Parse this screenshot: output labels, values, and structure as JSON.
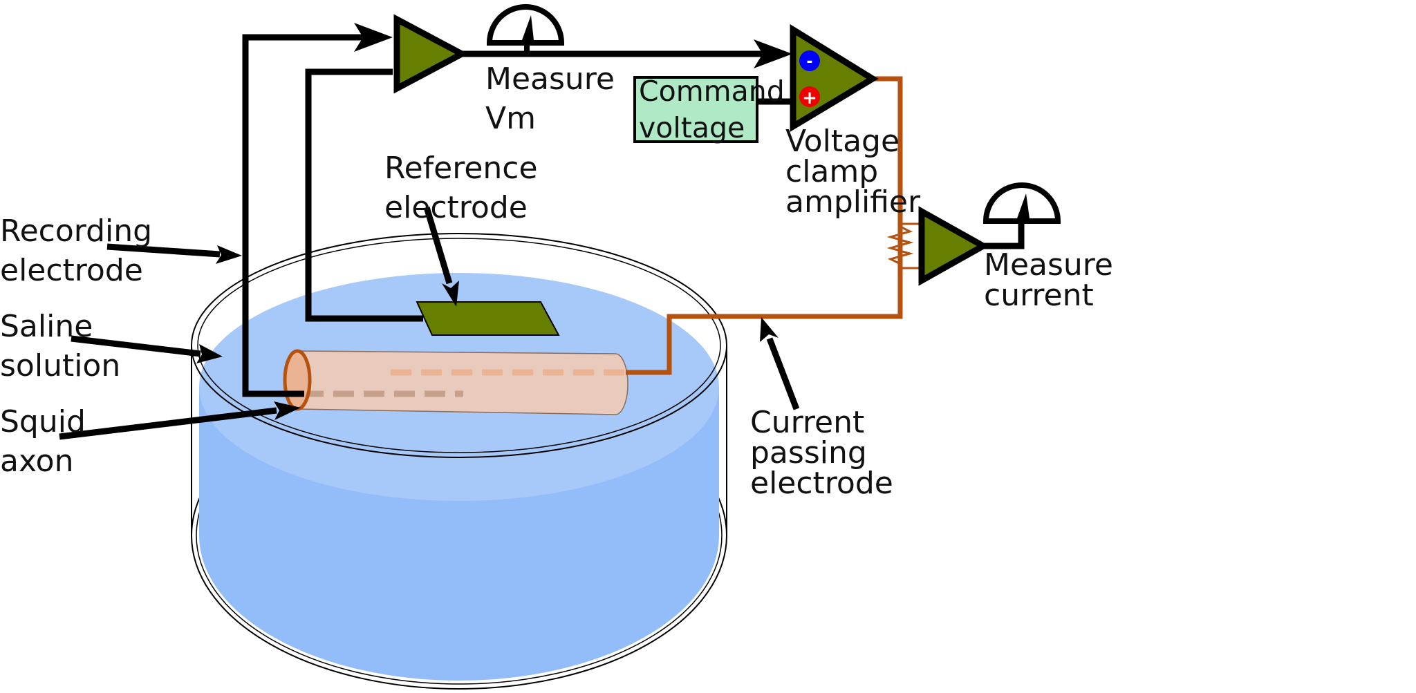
{
  "colors": {
    "amplifier_fill": "#667f00",
    "wire": "#000000",
    "current_wire": "#b5520f",
    "saline": "#a7c9fa",
    "saline_dark": "#93bdf8",
    "axon": "#e9cbbd",
    "axon_end": "#eab394",
    "command_box": "#afe9c6",
    "minus_terminal": "#0000ff",
    "plus_terminal": "#ee0000"
  },
  "labels": {
    "recording_electrode": [
      "Recording",
      "electrode"
    ],
    "saline_solution": [
      "Saline",
      "solution"
    ],
    "squid_axon": [
      "Squid",
      "axon"
    ],
    "reference_electrode": [
      "Reference",
      "electrode"
    ],
    "measure_vm": [
      "Measure",
      "Vm"
    ],
    "command_voltage": [
      "Command",
      "voltage"
    ],
    "voltage_clamp_amplifier": [
      "Voltage",
      "clamp",
      "amplifier"
    ],
    "measure_current": [
      "Measure",
      "current"
    ],
    "current_passing_electrode": [
      "Current",
      "passing",
      "electrode"
    ]
  },
  "terminals": {
    "minus": "-",
    "plus": "+"
  },
  "icons": {
    "amplifier": "triangle-amplifier-icon",
    "meter": "meter-gauge-icon",
    "resistor": "resistor-coil-icon"
  }
}
